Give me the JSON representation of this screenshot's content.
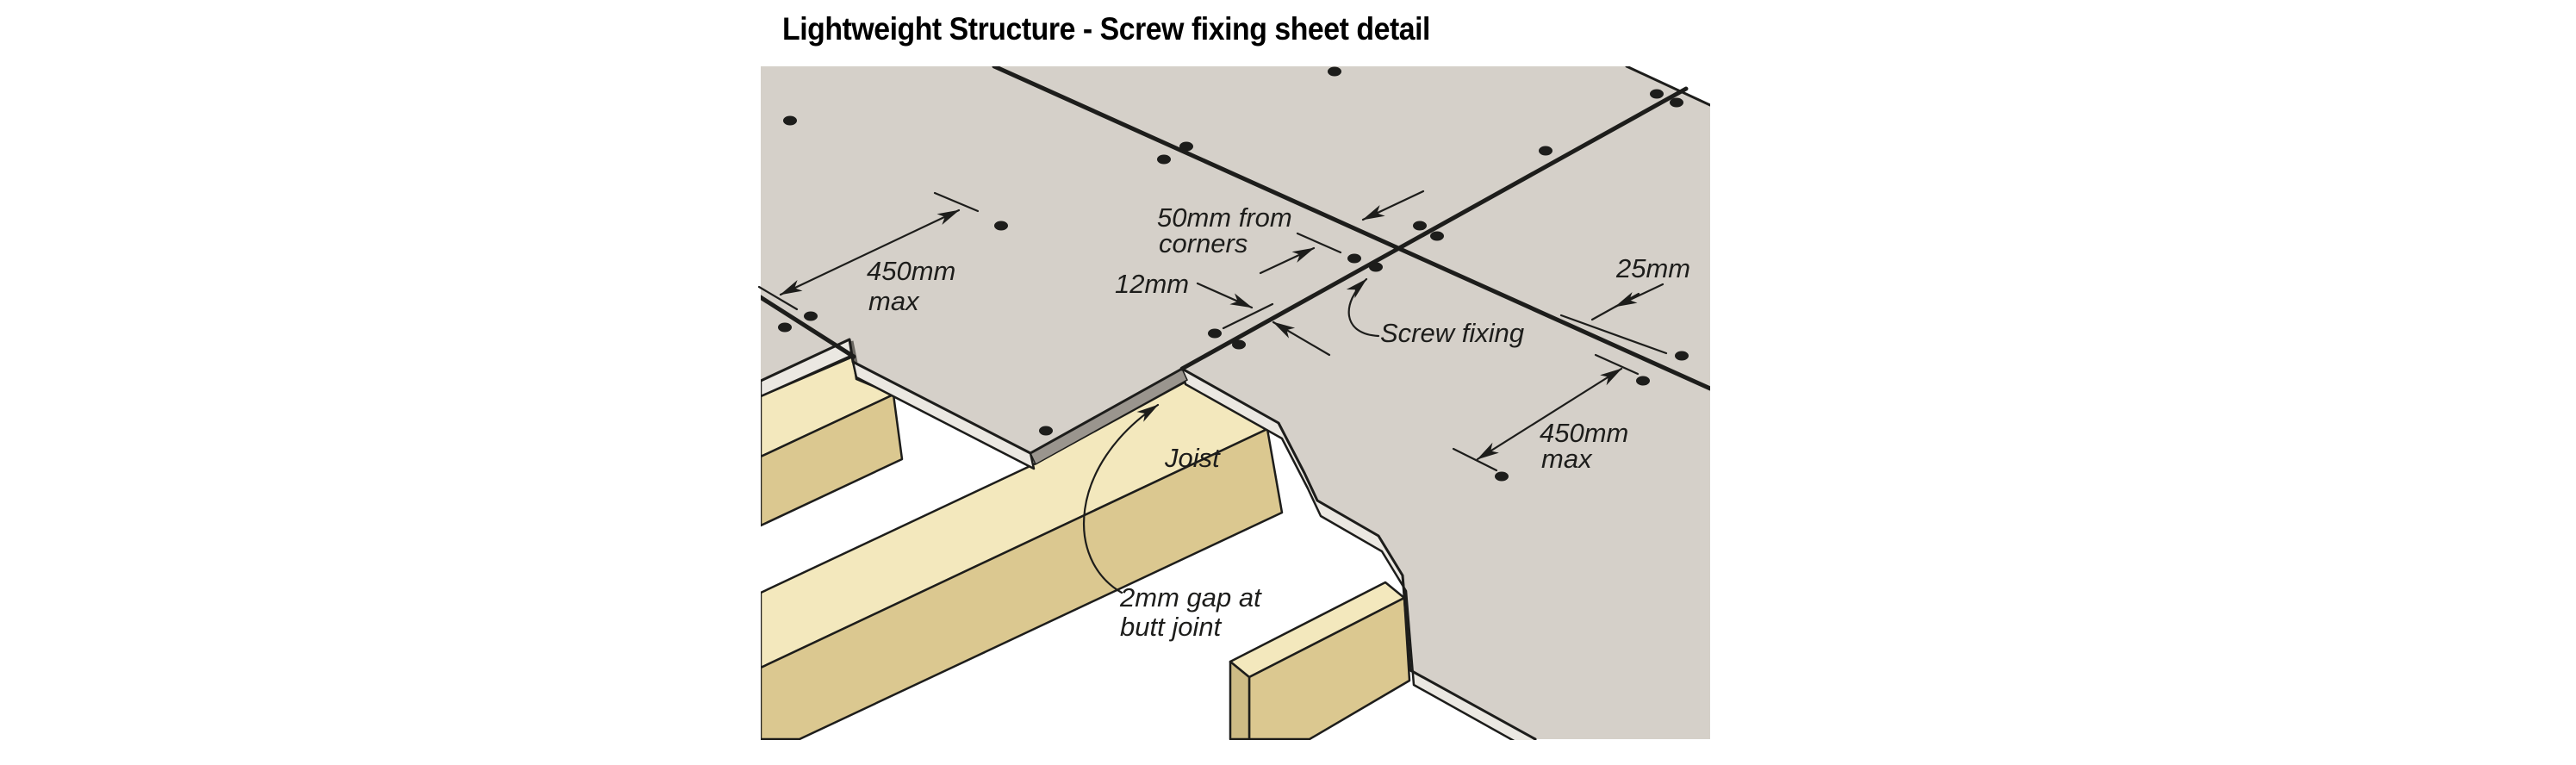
{
  "title": "Lightweight Structure - Screw fixing sheet detail",
  "diagram": {
    "type": "isometric construction cutaway detail",
    "labels": {
      "dim450Left1": "450mm",
      "dim450Left2": "max",
      "dim50corners1": "50mm from",
      "dim50corners2": "corners",
      "dim12": "12mm",
      "screwFixing": "Screw fixing",
      "dim25": "25mm",
      "dim450Right1": "450mm",
      "dim450Right2": "max",
      "joist": "Joist",
      "gapNote1": "2mm gap at",
      "gapNote2": "butt joint"
    },
    "colors": {
      "background": "#ffffff",
      "sheetSurface": "#d5d0c9",
      "sheetEdge": "#ebe8e2",
      "buttJointGap": "#9a958e",
      "joistTop": "#f3e8bd",
      "joistSide": "#dbc890",
      "outline": "#1d1d1b"
    }
  }
}
